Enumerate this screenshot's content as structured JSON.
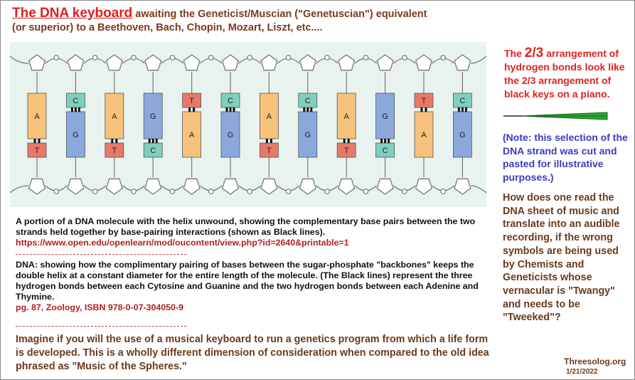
{
  "header": {
    "title": "The DNA keyboard",
    "line1": " awaiting the Geneticist/Muscian (\"Genetuscian\") equivalent",
    "line2": "(or superior) to a Beethoven, Bach, Chopin, Mozart, Liszt, etc...."
  },
  "figure": {
    "pairs": [
      {
        "top": "A",
        "bottom": "T",
        "bonds": 2
      },
      {
        "top": "C",
        "bottom": "G",
        "bonds": 3
      },
      {
        "top": "A",
        "bottom": "T",
        "bonds": 2
      },
      {
        "top": "G",
        "bottom": "C",
        "bonds": 3
      },
      {
        "top": "T",
        "bottom": "A",
        "bonds": 2
      },
      {
        "top": "C",
        "bottom": "G",
        "bonds": 3
      },
      {
        "top": "A",
        "bottom": "T",
        "bonds": 2
      },
      {
        "top": "C",
        "bottom": "G",
        "bonds": 3
      },
      {
        "top": "A",
        "bottom": "T",
        "bonds": 2
      },
      {
        "top": "G",
        "bottom": "C",
        "bonds": 3
      },
      {
        "top": "T",
        "bottom": "A",
        "bonds": 2
      },
      {
        "top": "C",
        "bottom": "G",
        "bonds": 3
      }
    ],
    "colors": {
      "A": "#f6c27c",
      "T": "#e87868",
      "C": "#7fcfbf",
      "G": "#8aa8dc",
      "background": "#e8f3ef"
    }
  },
  "caption1": {
    "text": "A portion of a DNA molecule with the helix unwound, showing the complementary base pairs between the two strands held together by base-pairing interactions (shown as Black lines).",
    "link": "https://www.open.edu/openlearn/mod/oucontent/view.php?id=2640&printable=1"
  },
  "caption2": {
    "text": "DNA: showing how the complimentary pairing of bases between the sugar-phosphate \"backbones\" keeps the double helix at a constant diameter for the entire length of the molecule. (The Black lines) represent the three hydrogen bonds between each Cytosine and Guanine and the two hydrogen bonds between each Adenine and Thymine.",
    "ref": "pg. 87, Zoology, ISBN 978-0-07-304050-9"
  },
  "imagine": "Imagine if you will the use of a musical keyboard to run a genetics program from which a life form is developed. This is a wholly different dimension of consideration when compared to the old idea phrased as \"Music of the Spheres.\"",
  "side": {
    "note1a": "The ",
    "note1big": "2/3",
    "note1b": " arrangement of hydrogen bonds look like the 2/3 arrangement of black keys on a piano.",
    "note2": "(Note: this selection of the DNA strand was cut and pasted for illustrative purposes.)",
    "note3": "How does one read the DNA sheet of music and translate into an audible recording, if the wrong symbols are being used by Chemists and Geneticists whose vernacular is \"Twangy\" and needs to be \"Tweeked\"?"
  },
  "footer": {
    "site": "Threesolog.org",
    "date": "1/21/2022"
  }
}
